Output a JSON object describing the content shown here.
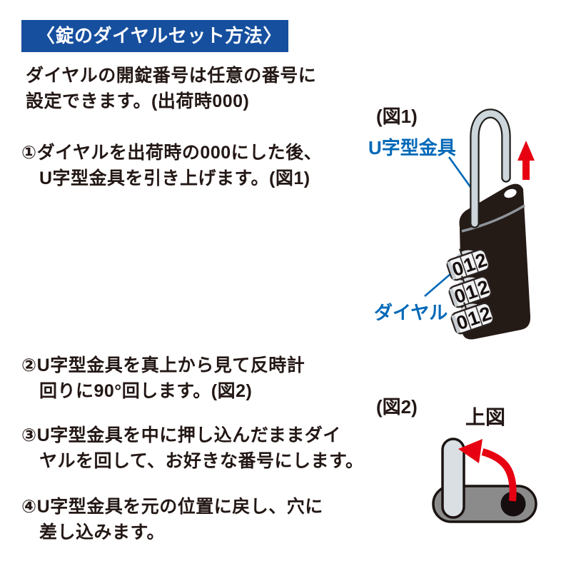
{
  "title_banner": {
    "text": "〈錠のダイヤルセット方法〉"
  },
  "intro": {
    "line1": "ダイヤルの開錠番号は任意の番号に",
    "line2": "設定できます。(出荷時000)"
  },
  "steps": [
    {
      "line1": "①ダイヤルを出荷時の000にした後、",
      "line2": "U字型金具を引き上げます。(図1)"
    },
    {
      "line1": "②U字型金具を真上から見て反時計",
      "line2": "回りに90°回します。(図2)"
    },
    {
      "line1": "③U字型金具を中に押し込んだままダイ",
      "line2": "ヤルを回して、お好きな番号にします。"
    },
    {
      "line1": "④U字型金具を元の位置に戻し、穴に",
      "line2": "差し込みます。"
    }
  ],
  "fig1": {
    "label": "(図1)",
    "shackle_label": "U字型金具",
    "dial_label": "ダイヤル",
    "dial_digits": [
      "0",
      "1",
      "2"
    ],
    "dial_count": 3
  },
  "fig2": {
    "label": "(図2)",
    "top_view_label": "上図"
  },
  "colors": {
    "text": "#231815",
    "banner_blue": "#164f9e",
    "label_blue": "#0068b7",
    "arrow_red": "#e60012",
    "lock_body_black": "#241a16",
    "shackle_gray": "#cdd6db",
    "pill_gray": "#8b8b8b"
  }
}
